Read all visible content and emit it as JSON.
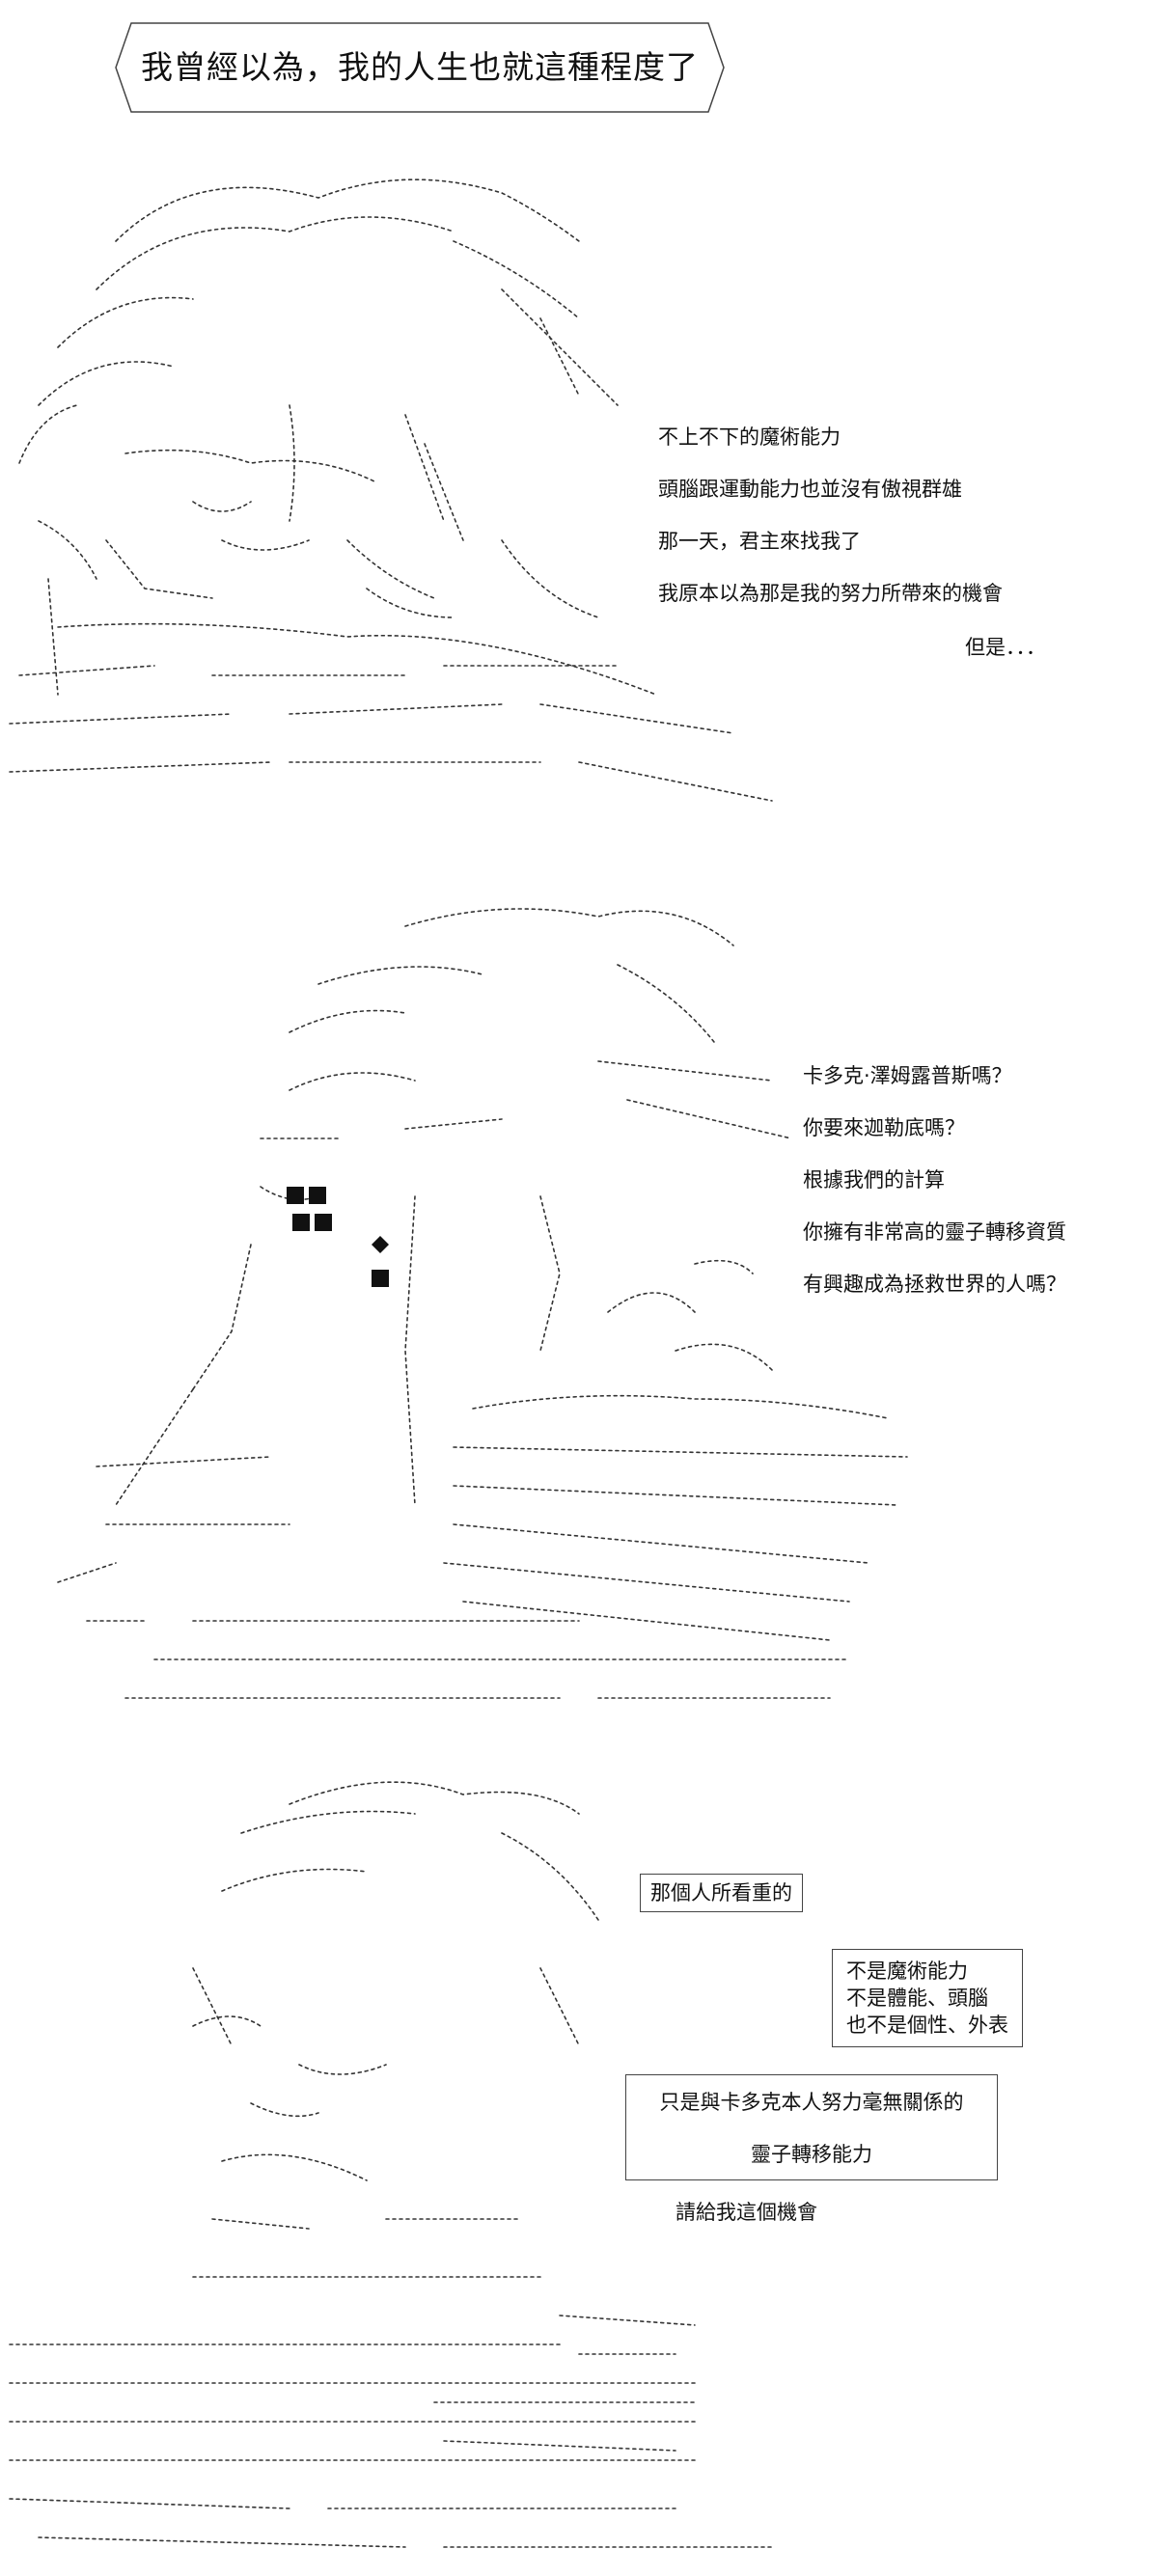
{
  "title": "我曾經以為，我的人生也就這種程度了",
  "panel1": {
    "lines": [
      "不上不下的魔術能力",
      "頭腦跟運動能力也並沒有傲視群雄",
      "那一天，君主來找我了",
      "我原本以為那是我的努力所帶來的機會",
      "但是．．．"
    ]
  },
  "panel2": {
    "lines": [
      "卡多克·澤姆露普斯嗎？",
      "你要來迦勒底嗎？",
      "根據我們的計算",
      "你擁有非常高的靈子轉移資質",
      "有興趣成為拯救世界的人嗎？"
    ]
  },
  "panel3": {
    "box1": "那個人所看重的",
    "box2": [
      "不是魔術能力",
      "不是體能、頭腦",
      "也不是個性、外表"
    ],
    "box3": [
      "只是與卡多克本人努力毫無關係的",
      "靈子轉移能力"
    ],
    "tail": "請給我這個機會"
  }
}
